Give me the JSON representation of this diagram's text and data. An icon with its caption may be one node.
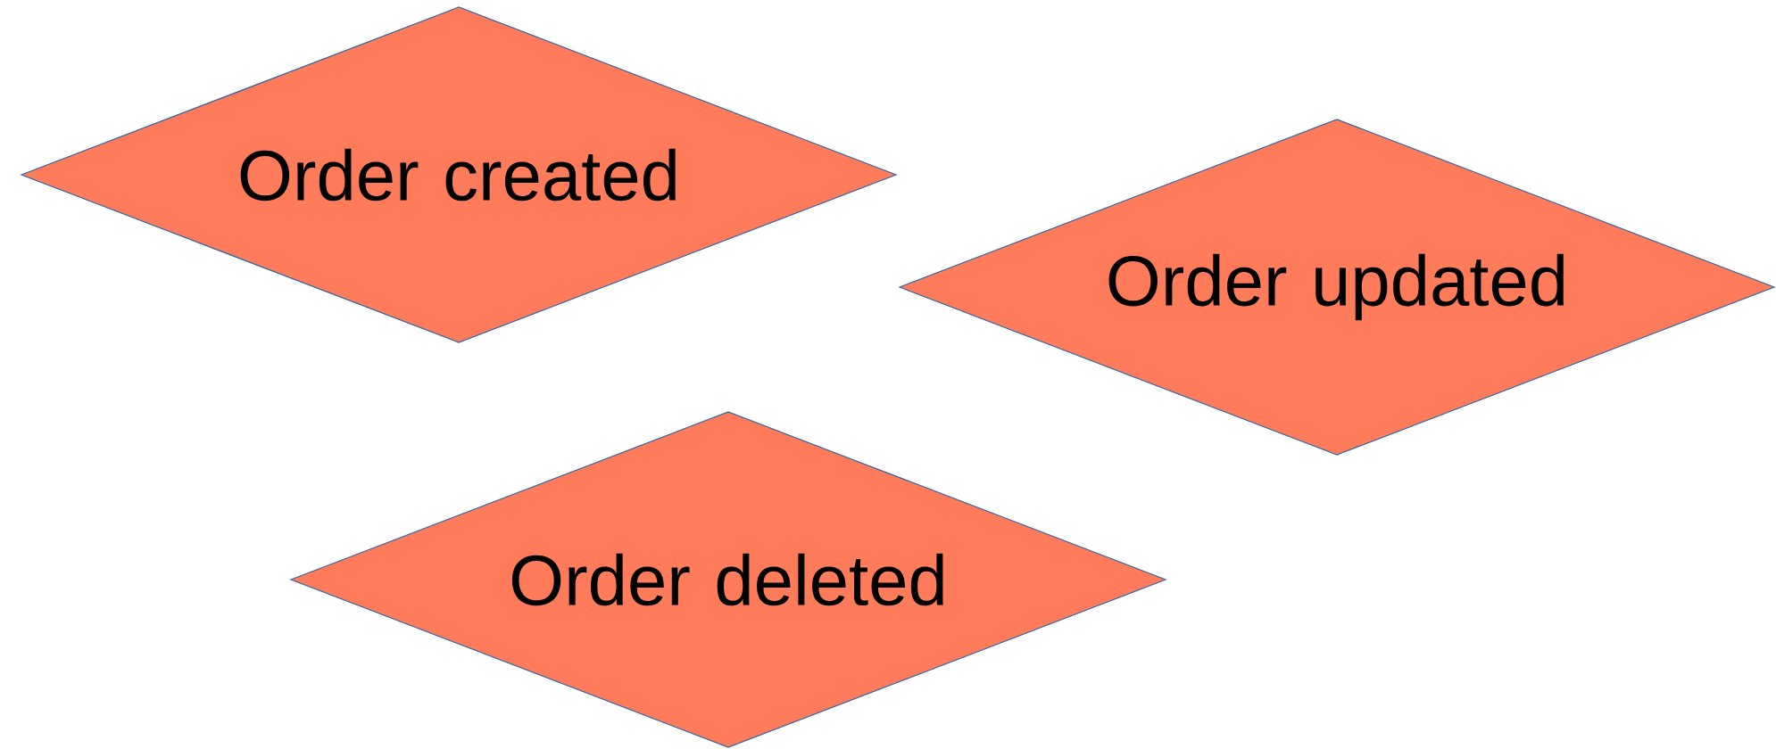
{
  "diagram": {
    "nodes": [
      {
        "text": [
          "Order created"
        ]
      },
      {
        "text": [
          "Order updated"
        ]
      },
      {
        "text": [
          "Order deleted"
        ]
      }
    ]
  }
}
